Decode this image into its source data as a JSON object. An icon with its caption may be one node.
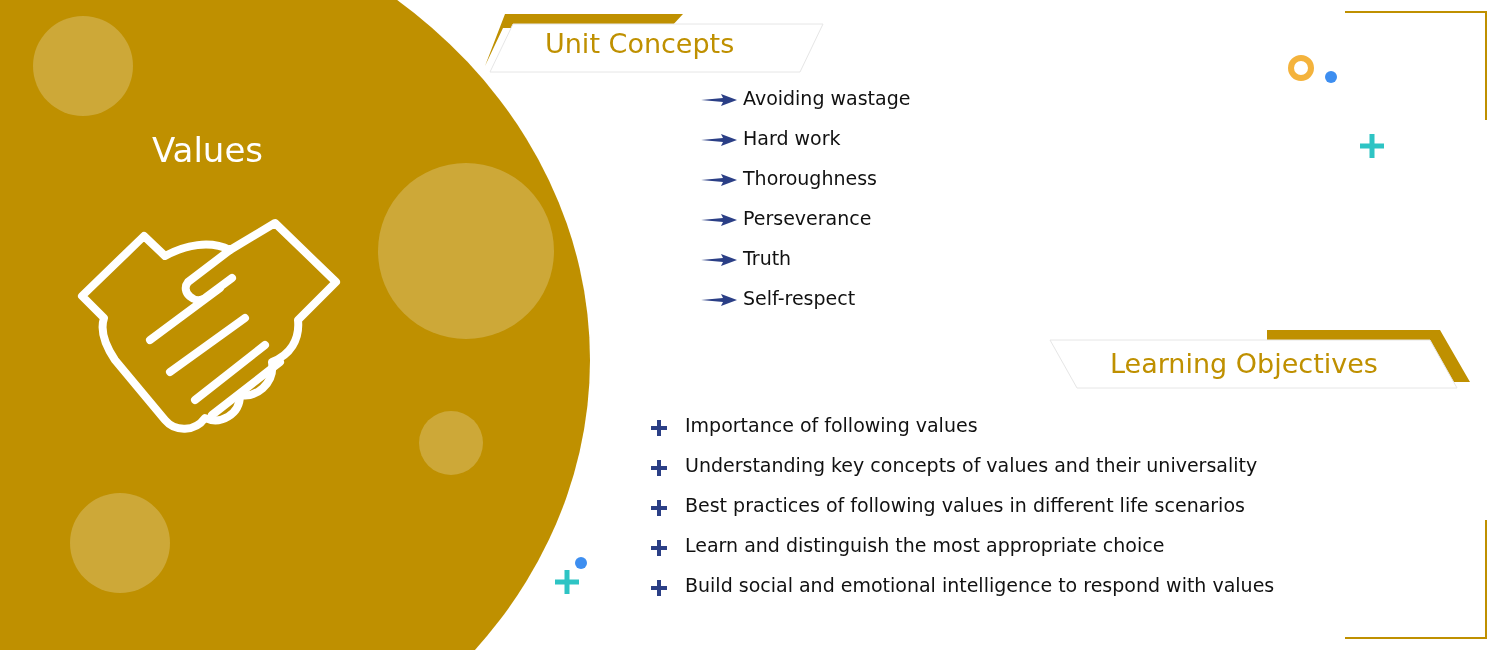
{
  "diagram": {
    "nodes": [
      {
        "text": [
          "Values"
        ]
      },
      {
        "text": [
          "Unit Concepts"
        ]
      },
      {
        "text": [
          "Learning Objectives"
        ]
      }
    ],
    "labels": [
      "Avoiding wastage",
      "Hard work",
      "Thoroughness",
      "Perseverance",
      "Truth",
      "Self-respect",
      "Importance of following values",
      "Understanding key concepts of values and their universality",
      "Best practices of following values in different life scenarios",
      "Learn and distinguish the most appropriate choice",
      "Build social and emotional intelligence to respond with values"
    ]
  }
}
